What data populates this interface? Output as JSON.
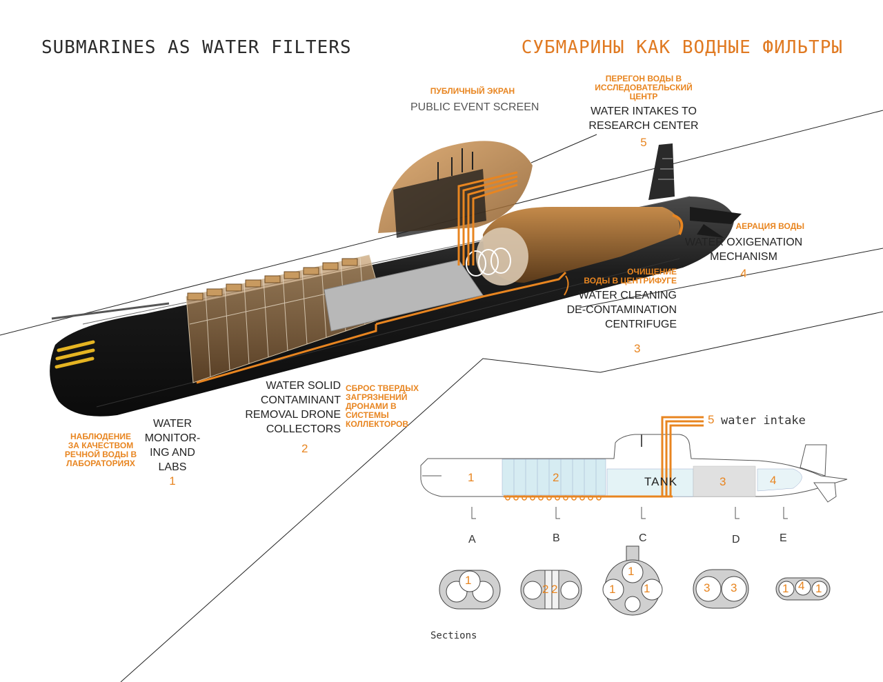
{
  "title": {
    "en": "SUBMARINES AS WATER FILTERS",
    "ru": "СУБМАРИНЫ КАК ВОДНЫЕ ФИЛЬТРЫ"
  },
  "labels": {
    "public_screen": {
      "ru": "ПУБЛИЧНЫЙ ЭКРАН",
      "en": "PUBLIC EVENT SCREEN"
    },
    "intakes": {
      "ru": [
        "ПЕРЕГОН ВОДЫ В",
        "ИССЛЕДОВАТЕЛЬСКИЙ",
        "ЦЕНТР"
      ],
      "en": [
        "WATER INTAKES TO",
        "RESEARCH CENTER"
      ],
      "num": "5"
    },
    "oxygenation": {
      "ru": "АЕРАЦИЯ ВОДЫ",
      "en": [
        "WATER OXIGENATION",
        "MECHANISM"
      ],
      "num": "4"
    },
    "centrifuge": {
      "ru": [
        "ОЧИЩЕНИЕ",
        "ВОДЫ В ЦЕНТРИФУГЕ"
      ],
      "en": [
        "WATER CLEANING",
        "DE-CONTAMINATION",
        "CENTRIFUGE"
      ],
      "num": "3"
    },
    "drones": {
      "en": [
        "WATER SOLID",
        "CONTAMINANT",
        "REMOVAL DRONE",
        "COLLECTORS"
      ],
      "ru": [
        "СБРОС ТВЕРДЫХ",
        "ЗАГРЯЗНЕНИЙ",
        "ДРОНАМИ В",
        "СИСТЕМЫ",
        "КОЛЛЕКТОРОВ"
      ],
      "num": "2"
    },
    "labs": {
      "en": [
        "WATER",
        "MONITOR-",
        "ING AND",
        "LABS"
      ],
      "ru": [
        "НАБЛЮДЕНИЕ",
        "ЗА КАЧЕСТВОМ",
        "РЕЧНОЙ ВОДЫ В",
        "ЛАБОРАТОРИЯХ"
      ],
      "num": "1"
    }
  },
  "side_view": {
    "intake_num": "5",
    "intake_label": "water intake",
    "zones": [
      "1",
      "2",
      "3",
      "4"
    ],
    "tank": "TANK"
  },
  "sections": {
    "caption": "Sections",
    "letters": [
      "A",
      "B",
      "C",
      "D",
      "E"
    ],
    "A": [
      "1"
    ],
    "B": [
      "2",
      "2"
    ],
    "C": [
      "1",
      "1",
      "1"
    ],
    "D": [
      "3",
      "3"
    ],
    "E": [
      "1",
      "4",
      "1"
    ]
  },
  "colors": {
    "accent": "#e88520",
    "hull": "#141414",
    "text": "#222222"
  }
}
